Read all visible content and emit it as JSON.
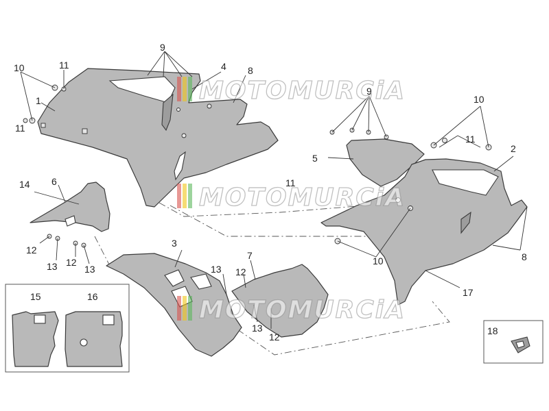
{
  "callouts": {
    "c1": "1",
    "c2": "2",
    "c3": "3",
    "c4": "4",
    "c5": "5",
    "c6": "6",
    "c7": "7",
    "c8a": "8",
    "c8b": "8",
    "c9a": "9",
    "c9b": "9",
    "c10a": "10",
    "c10b": "10",
    "c10c": "10",
    "c11a": "11",
    "c11b": "11",
    "c11c": "11",
    "c11d": "11",
    "c12a": "12",
    "c12b": "12",
    "c12c": "12",
    "c12d": "12",
    "c13a": "13",
    "c13b": "13",
    "c13c": "13",
    "c13d": "13",
    "c14": "14",
    "c15": "15",
    "c16": "16",
    "c17": "17",
    "c18": "18"
  },
  "watermark": {
    "text": "MOTOMURCiA",
    "stripe_colors": [
      "#d9534f",
      "#f0c419",
      "#5cb85c"
    ]
  }
}
